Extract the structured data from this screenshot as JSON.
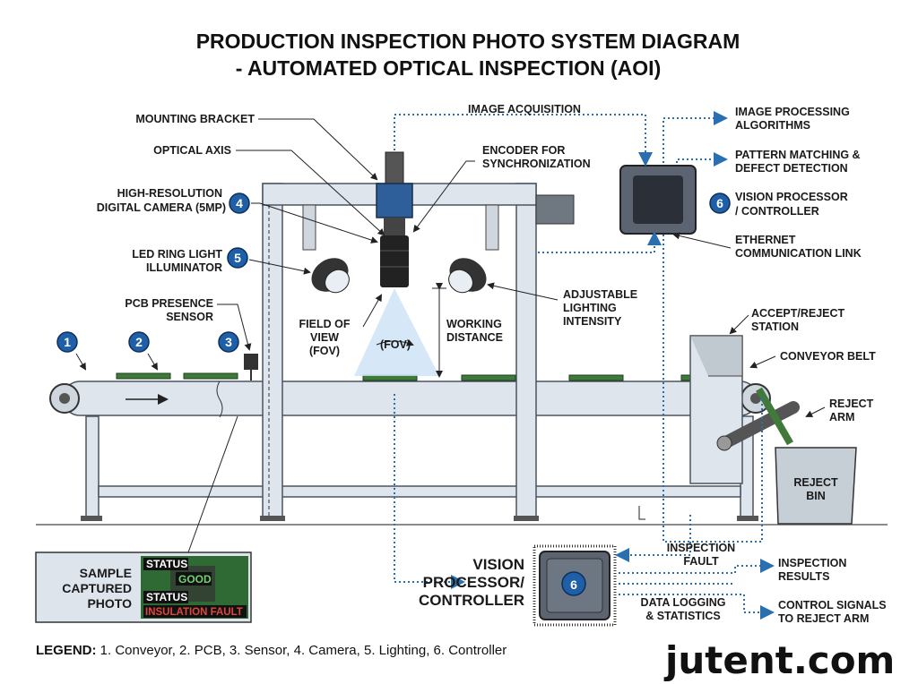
{
  "title": {
    "line1": "PRODUCTION INSPECTION PHOTO SYSTEM DIAGRAM",
    "line2": "- AUTOMATED OPTICAL INSPECTION (AOI)"
  },
  "labels": {
    "mounting_bracket": "MOUNTING BRACKET",
    "optical_axis": "OPTICAL AXIS",
    "camera": [
      "HIGH-RESOLUTION",
      "DIGITAL CAMERA (5MP)"
    ],
    "led": [
      "LED RING LIGHT",
      "ILLUMINATOR"
    ],
    "pcb_sensor": [
      "PCB PRESENCE",
      "SENSOR"
    ],
    "image_acquisition": "IMAGE ACQUISITION",
    "encoder": [
      "ENCODER FOR",
      "SYNCHRONIZATION"
    ],
    "fov": [
      "FIELD OF",
      "VIEW",
      "(FOV)"
    ],
    "fov_inner": "(FOV)",
    "working_distance": [
      "WORKING",
      "DISTANCE"
    ],
    "adjustable": [
      "ADJUSTABLE",
      "LIGHTING",
      "INTENSITY"
    ],
    "image_processing": [
      "IMAGE PROCESSING",
      "ALGORITHMS"
    ],
    "pattern": [
      "PATTERN MATCHING &",
      "DEFECT DETECTION"
    ],
    "vision_top": [
      "VISION PROCESSOR",
      "/ CONTROLLER"
    ],
    "ethernet": [
      "ETHERNET",
      "COMMUNICATION LINK"
    ],
    "accept_reject": [
      "ACCEPT/REJECT",
      "STATION"
    ],
    "conveyor_belt": "CONVEYOR BELT",
    "reject_arm": [
      "REJECT",
      "ARM"
    ],
    "reject_bin": [
      "REJECT",
      "BIN"
    ],
    "vision_bottom": [
      "VISION",
      "PROCESSOR/",
      "CONTROLLER"
    ],
    "inspection_fault": [
      "INSPECTION",
      "FAULT"
    ],
    "inspection_results": [
      "INSPECTION",
      "RESULTS"
    ],
    "data_logging": [
      "DATA LOGGING",
      "& STATISTICS"
    ],
    "control_signals": [
      "CONTROL SIGNALS",
      "TO REJECT ARM"
    ]
  },
  "sample_photo": {
    "label": [
      "SAMPLE",
      "CAPTURED",
      "PHOTO"
    ],
    "status1": "STATUS",
    "value1": "GOOD",
    "status2": "STATUS",
    "value2": "INSULATION FAULT"
  },
  "numbers": [
    "1",
    "2",
    "3",
    "4",
    "5",
    "6"
  ],
  "legend": {
    "key": "LEGEND:",
    "text": " 1. Conveyor,  2. PCB,  3. Sensor,  4. Camera,  5. Lighting,  6. Controller"
  },
  "watermark": "jutent.com",
  "colors": {
    "accent": "#1f5fa8",
    "dotted_line": "#2a6fb0",
    "pcb": "#3f7a3a",
    "good": "#6fd36f",
    "fault": "#e0463c"
  }
}
